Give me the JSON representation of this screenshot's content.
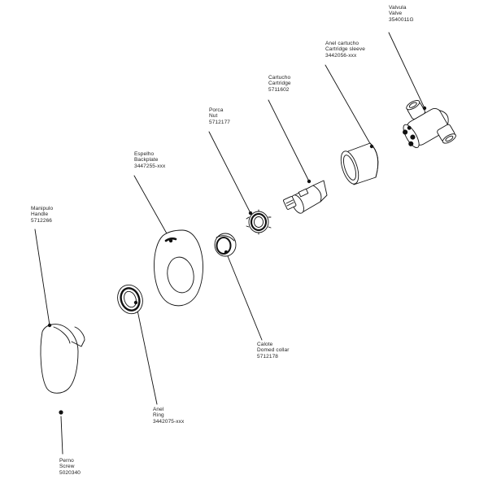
{
  "colors": {
    "line": "#111111",
    "part_fill": "#ffffff",
    "label_text": "#222222"
  },
  "parts": [
    {
      "id": "valve",
      "name_pt": "Valvula",
      "name_en": "Valve",
      "code": "3540011G"
    },
    {
      "id": "cartridge-sleeve",
      "name_pt": "Anel cartucho",
      "name_en": "Cartridge sleeve",
      "code": "3442056-xxx"
    },
    {
      "id": "cartridge",
      "name_pt": "Cartucho",
      "name_en": "Cartridge",
      "code": "5711602"
    },
    {
      "id": "nut",
      "name_pt": "Porca",
      "name_en": "Nut",
      "code": "5712177"
    },
    {
      "id": "backplate",
      "name_pt": "Espelho",
      "name_en": "Backplate",
      "code": "3447255-xxx"
    },
    {
      "id": "handle",
      "name_pt": "Manipulo",
      "name_en": "Handle",
      "code": "5712266"
    },
    {
      "id": "domed-collar",
      "name_pt": "Calote",
      "name_en": "Domed collar",
      "code": "5712178"
    },
    {
      "id": "ring",
      "name_pt": "Anel",
      "name_en": "Ring",
      "code": "3442075-xxx"
    },
    {
      "id": "screw",
      "name_pt": "Perno",
      "name_en": "Screw",
      "code": "5020340"
    }
  ]
}
